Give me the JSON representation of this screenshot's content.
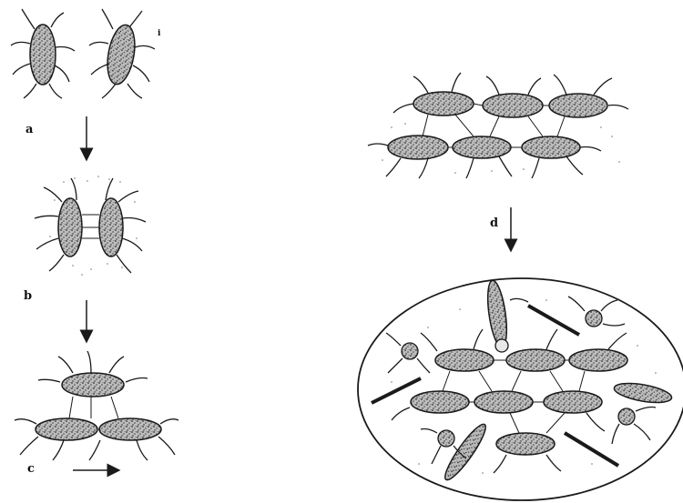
{
  "labels": {
    "a": "a",
    "b": "b",
    "c": "c",
    "d": "d",
    "i": "i"
  },
  "colors": {
    "ink": "#1a1a1a",
    "particle_fill": "#9a9a9a",
    "background": "#ffffff"
  },
  "stages": [
    {
      "label": "a",
      "description_icon": "two-separate-particles"
    },
    {
      "label": "b",
      "description_icon": "two-linked-particles"
    },
    {
      "label": "c",
      "description_icon": "three-particle-cluster"
    },
    {
      "label": "d",
      "description_icon": "particle-layer-to-network"
    }
  ]
}
